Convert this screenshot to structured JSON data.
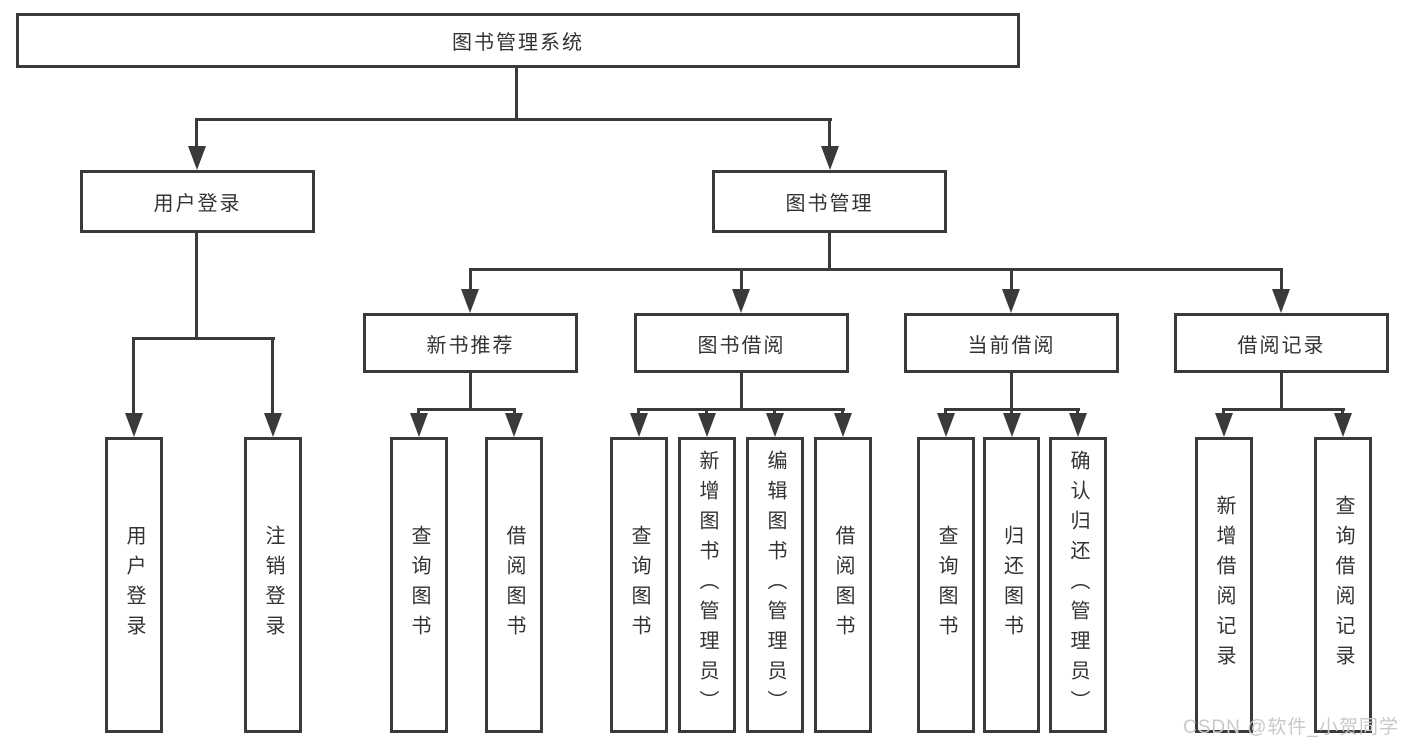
{
  "root": "图书管理系统",
  "user_login": {
    "label": "用户登录",
    "children": {
      "login": "用户登录",
      "logout": "注销登录"
    }
  },
  "book_mgmt": {
    "label": "图书管理",
    "new_book_rec": {
      "label": "新书推荐",
      "children": {
        "query": "查询图书",
        "borrow": "借阅图书"
      }
    },
    "book_borrow": {
      "label": "图书借阅",
      "children": {
        "query": "查询图书",
        "add": "新增图书（管理员）",
        "edit": "编辑图书（管理员）",
        "borrow": "借阅图书"
      }
    },
    "current_borrow": {
      "label": "当前借阅",
      "children": {
        "query": "查询图书",
        "return": "归还图书",
        "confirm": "确认归还（管理员）"
      }
    },
    "borrow_records": {
      "label": "借阅记录",
      "children": {
        "add": "新增借阅记录",
        "query": "查询借阅记录"
      }
    }
  },
  "watermark": "CSDN @软件_小贺同学",
  "colors": {
    "line": "#3a3a3a",
    "text": "#333333",
    "watermark": "#c9c9c9",
    "background": "#ffffff"
  }
}
